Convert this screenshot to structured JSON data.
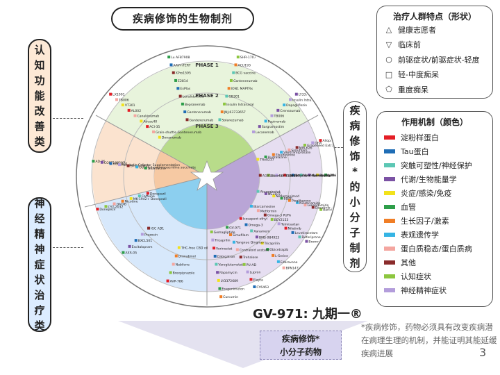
{
  "title": "疾病修饰的生物制剂",
  "left_top_box": "认知功能改善类",
  "left_bottom_box": "神经精神症状治疗类",
  "right_box": "疾病修饰*的小分子制剂",
  "phases": [
    "PHASE 1",
    "PHASE 2",
    "PHASE 3"
  ],
  "legend_population": {
    "title": "治疗人群特点（形状）",
    "items": [
      {
        "symbol": "△",
        "label": "健康志愿者"
      },
      {
        "symbol": "▽",
        "label": "临床前"
      },
      {
        "symbol": "○",
        "label": "前驱症状/前驱症状-轻度"
      },
      {
        "symbol": "□",
        "label": "轻-中度痴呆"
      },
      {
        "symbol": "⬠",
        "label": "重度痴呆"
      }
    ]
  },
  "legend_mechanism": {
    "title": "作用机制（颜色）",
    "items": [
      {
        "color": "#e41e26",
        "label": "淀粉样蛋白"
      },
      {
        "color": "#1f6db5",
        "label": "Tau蛋白"
      },
      {
        "color": "#5cc7b4",
        "label": "突触可塑性/神经保护"
      },
      {
        "color": "#7b52a4",
        "label": "代谢/生物能量学"
      },
      {
        "color": "#f2e21b",
        "label": "炎症/感染/免疫"
      },
      {
        "color": "#2e9e4a",
        "label": "血管"
      },
      {
        "color": "#f07e26",
        "label": "生长因子/激素"
      },
      {
        "color": "#35b4e4",
        "label": "表观遗传学"
      },
      {
        "color": "#f4a6a0",
        "label": "蛋白质稳态/蛋白质病"
      },
      {
        "color": "#8a2b2b",
        "label": "其他"
      },
      {
        "color": "#8dc63f",
        "label": "认知症状"
      },
      {
        "color": "#b39ddb",
        "label": "神经精神症状"
      }
    ]
  },
  "gv_label": "GV-971: 九期一®",
  "bottom_label": "疾病修饰*\n小分子药物",
  "note": "*疾病修饰，药物必须具有改变疾病潜在病理生理的机制，并能证明其能延缓疾病进展",
  "page_number": "3",
  "wheel": {
    "top_green": [
      "LX1001",
      "Lu AF87908",
      "SHR-1707",
      "LY3372993",
      "TB006",
      "AAV-hTERT",
      "ACU193",
      "Insulin Intranasal + Empagliflozin",
      "VT301",
      "XPro1595",
      "BCG vaccine",
      "Dapagliflozin",
      "AL002",
      "E2814",
      "Gantenerumab",
      "Crenezumab",
      "Canakinumab",
      "ExPlas",
      "ION1 MAPTRx",
      "TB006",
      "Advac40",
      "Lenalidomide",
      "GB301",
      "Pepinemab",
      "ACI-35",
      "Bepranemab",
      "Insulin Intranasal",
      "Sargramostim",
      "Grain-shuttle Gantenerumab",
      "Gantenerumab",
      "JNJ-63733657",
      "Lecanemab",
      "Donanemab",
      "Gantenerumab",
      "Solanezumab"
    ],
    "left_orange": [
      "Donepezil",
      "AD-35",
      "CST-2032",
      "CORT108297",
      "DAOIB",
      "VGH-AD1",
      "Nicotine",
      "Metabolic Cofactor Supplementation",
      "MK-1942+ Donepezil",
      "BPDO-1603",
      "Caffeine",
      "Octohydro-aminoacridine succinate",
      "Donepezil",
      "Guanfacine"
    ],
    "lower_left_blue": [
      "AVP-786",
      "AXS-05",
      "Brexpiprazole",
      "Escitalopram",
      "Nabilone",
      "BXCL501",
      "Dronabinol",
      "Prazosin",
      "THC-free CBD oil",
      "IGC AD1"
    ],
    "purple": [
      "Allopregnanolone",
      "APH-1105",
      "Baricitinib",
      "Bromocriptine",
      "BPN14770",
      "CY6463",
      "Curcumin",
      "DHA",
      "Dapagliflozin",
      "Dasatinib + Quercetin",
      "Deferiprone",
      "Edaravone",
      "Elayta",
      "Fosgonimeton",
      "Grapeseed Extract",
      "Hydromethylthionine",
      "Lenalidomide",
      "Levetiracetam",
      "L-Serine",
      "Lupron",
      "LY3372689",
      "MIB-626",
      "Montelukast",
      "Nicotinamide",
      "Nilotinib",
      "Obicetrapib",
      "PU-AD",
      "Rapamycin",
      "Simufilam",
      "Senicapoc",
      "Pioglitazone",
      "Telmisartan",
      "Tricaprilin",
      "Trehalose",
      "Varoglutamstat",
      "Valiltramiprosate",
      "ASN51",
      "BDPP",
      "BEY2153",
      "BMS-984923",
      "Contraloid acetate",
      "Dabigatran",
      "Elsulfavirine",
      "CORT108297",
      "Neflamapimod",
      "Omega-3 PUFA",
      "Xanamem",
      "Yangxue Qingnao",
      "Vorinostat",
      "Hydralazine",
      "Losartan + Amlodipine + Atorvastatin",
      "NE3107",
      "Metformin",
      "Omega-3",
      "Simufilam",
      "Tricaprilin",
      "TRx0237",
      "AGB101",
      "Atuzaginstat",
      "Blarcamesine",
      "Icosapent ethyl",
      "GV-971",
      "Gemagliptide"
    ]
  }
}
